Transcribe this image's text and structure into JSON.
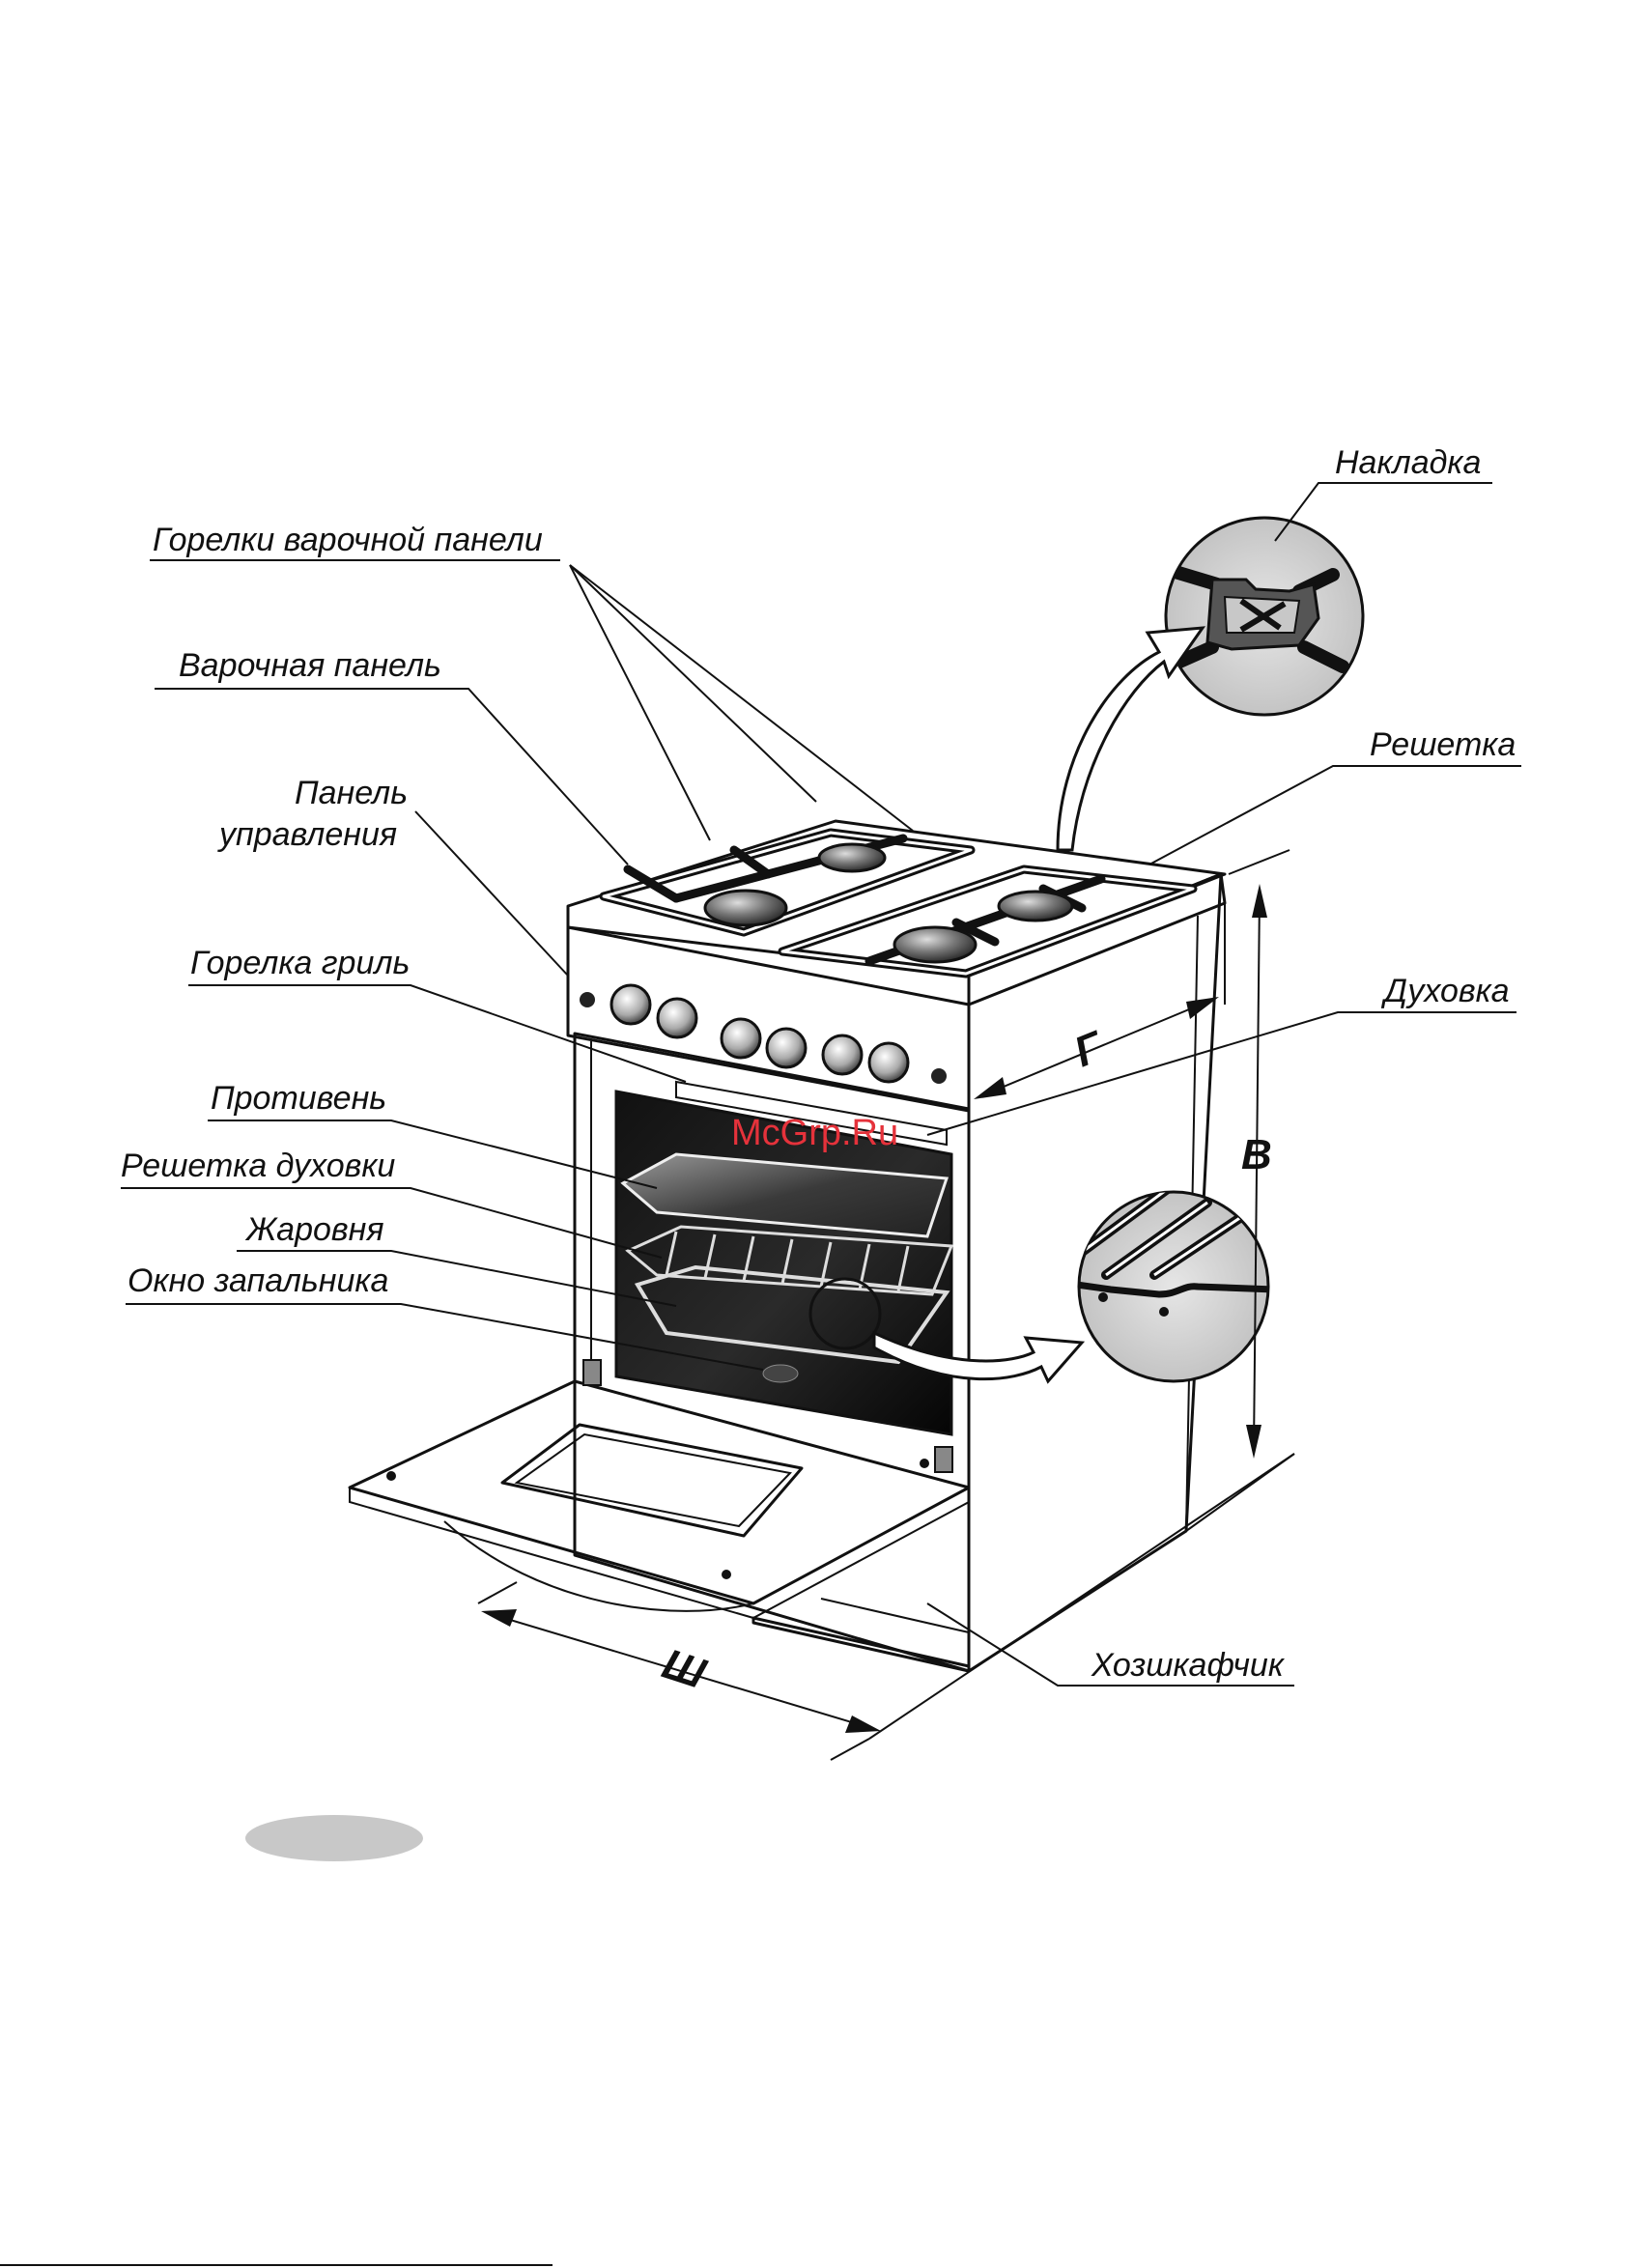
{
  "labels": {
    "hob_burners": "Горелки варочной панели",
    "hob": "Варочная панель",
    "control_panel_1": "Панель",
    "control_panel_2": "управления",
    "grill_burner": "Горелка гриль",
    "baking_tray": "Противень",
    "oven_rack": "Решетка духовки",
    "roasting_pan": "Жаровня",
    "ignition_window": "Окно запальника",
    "overlay": "Накладка",
    "grate": "Решетка",
    "oven": "Духовка",
    "storage_drawer": "Хозшкафчик"
  },
  "dimensions": {
    "width": "Ш",
    "depth": "Г",
    "height": "В"
  },
  "watermark": "McGrp.Ru",
  "colors": {
    "line": "#111111",
    "watermark": "#e5323b",
    "oval_badge": "#c8c8c8"
  }
}
